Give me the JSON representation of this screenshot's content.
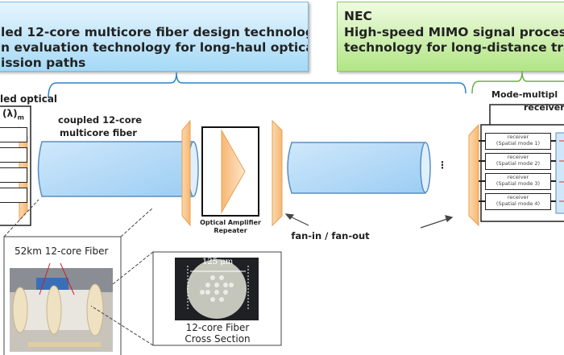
{
  "partner_box": {
    "lines": [
      "led 12-core multicore fiber design technology",
      "n evaluation technology for long-haul optical",
      "ission paths"
    ],
    "color": "#a5d9f6"
  },
  "nec_box": {
    "lines": [
      "NEC",
      "High-speed MIMO signal process",
      "technology for long-distance tran"
    ],
    "color": "#b2e585"
  },
  "left": {
    "title": "led optical",
    "lambda": "(λ)",
    "sub": "m"
  },
  "fiber_label": [
    "coupled 12-core",
    "multicore fiber"
  ],
  "repeater_label": [
    "Optical Amplifier",
    "Repeater"
  ],
  "fan_label": "fan-in / fan-out",
  "ellipsis": "⋮",
  "receiver_block": {
    "title": "Mode-multipl",
    "sub": "receiver",
    "receivers": [
      [
        "receiver",
        "(Spatial mode 1)"
      ],
      [
        "receiver",
        "(Spatial mode 2)"
      ],
      [
        "receiver",
        "(Spatial mode 3)"
      ],
      [
        "receiver",
        "(Spatial mode 4)"
      ]
    ]
  },
  "photo": {
    "caption": "52km 12-core Fiber"
  },
  "cross_section": {
    "scale": "125 μm",
    "caption": [
      "12-core Fiber",
      "Cross Section"
    ]
  }
}
